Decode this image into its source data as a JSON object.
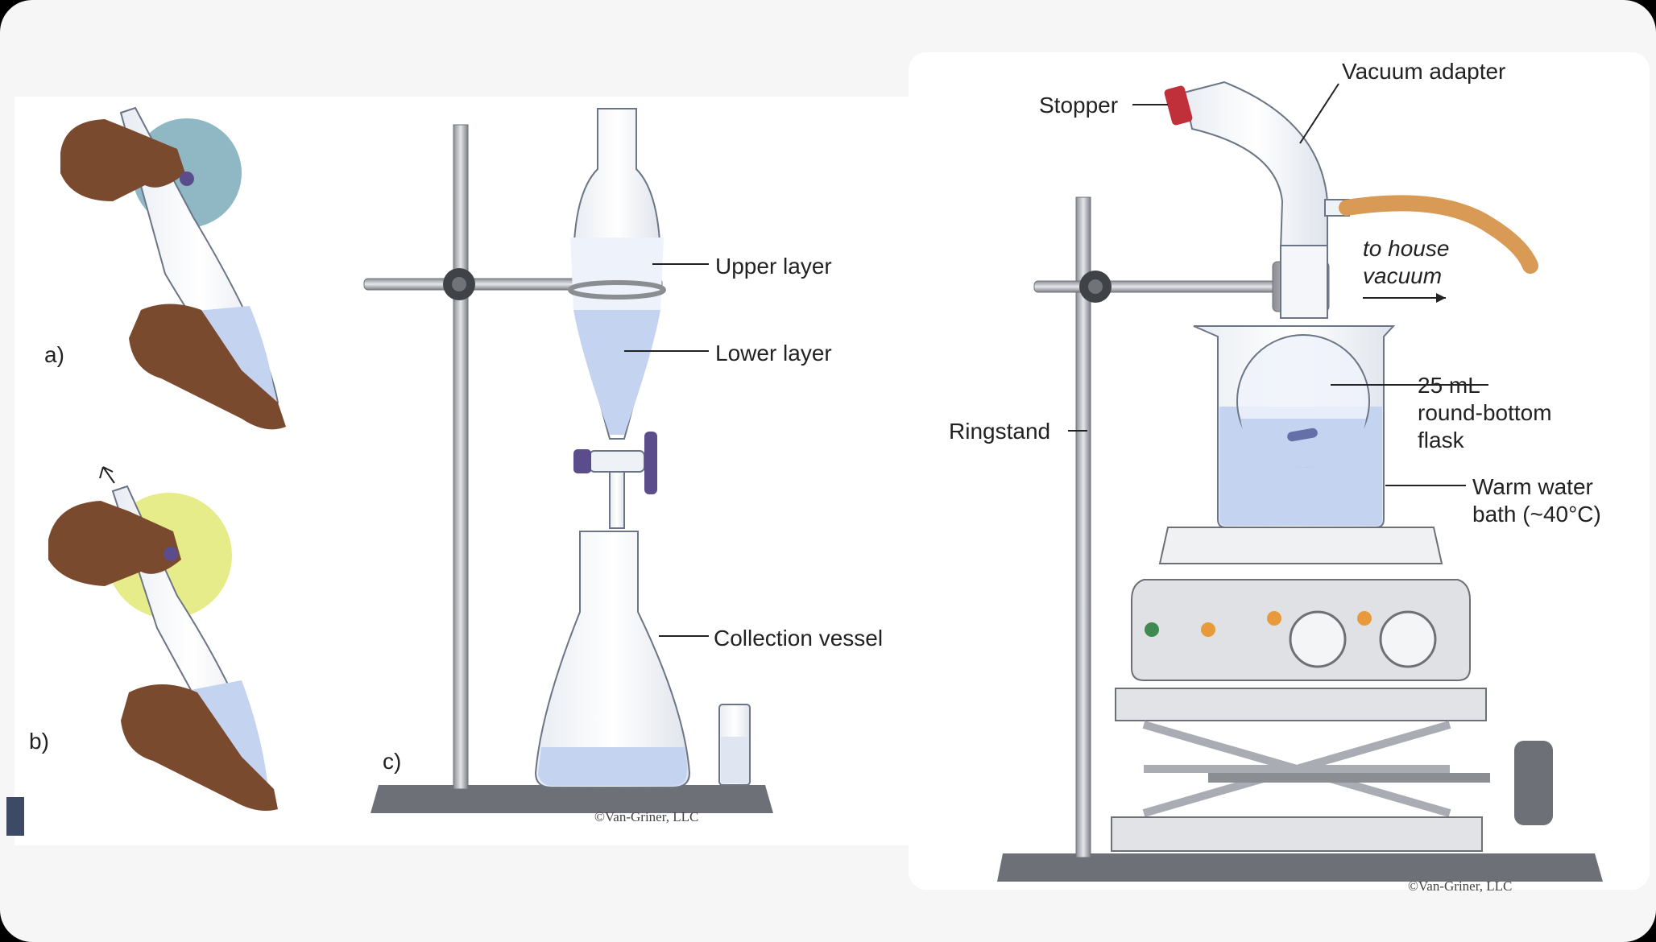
{
  "panels": {
    "a": "a)",
    "b": "b)",
    "c": "c)"
  },
  "separatory_funnel": {
    "upper_layer": "Upper layer",
    "lower_layer": "Lower layer",
    "collection_vessel": "Collection vessel",
    "credit": "©Van-Griner, LLC"
  },
  "rotovap": {
    "stopper": "Stopper",
    "vacuum_adapter": "Vacuum adapter",
    "house_vacuum": "to house vacuum",
    "flask": "25 mL round-bottom flask",
    "ringstand": "Ringstand",
    "water_bath": "Warm water bath (~40°C)",
    "credit": "©Van-Griner, LLC"
  },
  "colors": {
    "background": "#000000",
    "page": "#ffffff",
    "liquid": "#c4d3f0",
    "skin": "#7a4a2e",
    "circle_a": "#8fb8c4",
    "circle_b": "#e6ec8a",
    "tube": "#d99a55",
    "stopper": "#c0303a"
  }
}
